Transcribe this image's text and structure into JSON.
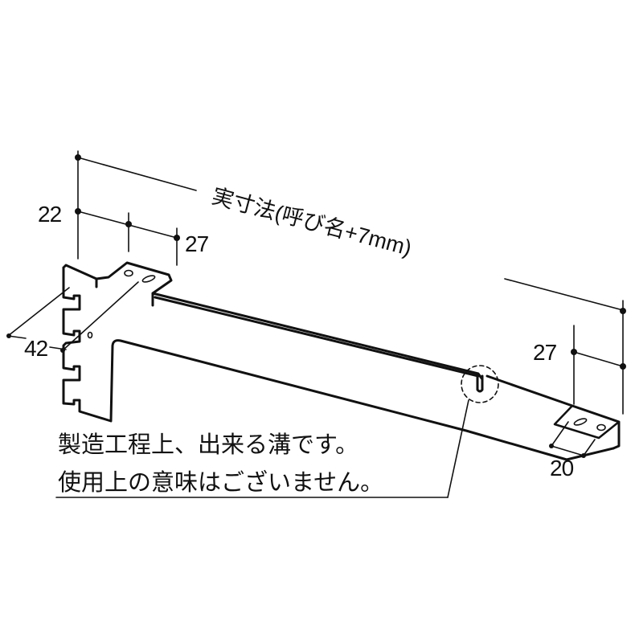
{
  "diagram": {
    "subject": "shelf bracket",
    "labels": {
      "overall_length": "実寸法(呼び名+7mm)",
      "dim_top_left_height": "22",
      "dim_top_tab_width": "27",
      "dim_back_plate": "42",
      "dim_end_height": "27",
      "dim_end_tab_width": "20"
    },
    "note": {
      "line1": "製造工程上、出来る溝です。",
      "line2": "使用上の意味はございません。"
    },
    "colors": {
      "line": "#111111",
      "background": "#ffffff"
    }
  }
}
